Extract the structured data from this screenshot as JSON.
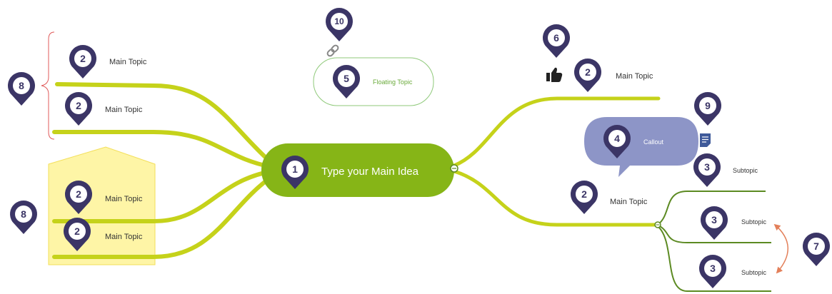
{
  "central_topic": {
    "label": "Type your Main Idea"
  },
  "topics": {
    "left_1": "Main Topic",
    "left_2": "Main Topic",
    "left_3": "Main Topic",
    "left_4": "Main Topic",
    "right_1": "Main Topic",
    "right_2": "Main Topic"
  },
  "subtopics": [
    "Subtopic",
    "Subtopic",
    "Subtopic"
  ],
  "floating_topic": {
    "label": "Floating Topic"
  },
  "callout": {
    "label": "Callout"
  },
  "markers": [
    {
      "id": "marker-central",
      "number": "1"
    },
    {
      "id": "marker-left-1",
      "number": "2"
    },
    {
      "id": "marker-left-2",
      "number": "2"
    },
    {
      "id": "marker-left-3",
      "number": "2"
    },
    {
      "id": "marker-left-4",
      "number": "2"
    },
    {
      "id": "marker-right-1",
      "number": "2"
    },
    {
      "id": "marker-right-2",
      "number": "2"
    },
    {
      "id": "marker-sub-1",
      "number": "3"
    },
    {
      "id": "marker-sub-2",
      "number": "3"
    },
    {
      "id": "marker-sub-3",
      "number": "3"
    },
    {
      "id": "marker-callout",
      "number": "4"
    },
    {
      "id": "marker-floating",
      "number": "5"
    },
    {
      "id": "marker-icon",
      "number": "6"
    },
    {
      "id": "marker-relationship",
      "number": "7"
    },
    {
      "id": "marker-brace",
      "number": "8"
    },
    {
      "id": "marker-boundary",
      "number": "8"
    },
    {
      "id": "marker-note",
      "number": "9"
    },
    {
      "id": "marker-hyperlink",
      "number": "10"
    }
  ],
  "colors": {
    "branch": "#c5d21a",
    "central_fill": "#86b517",
    "subtopic_branch": "#5c8a22",
    "marker": "#3b3566",
    "boundary_fill": "#fef5a6",
    "brace": "#e05a5a",
    "relationship": "#e3805a",
    "callout_fill": "#8d95c7",
    "floating_border": "#8fc97a"
  },
  "icons": [
    "thumbs-up-icon",
    "note-icon",
    "hyperlink-icon",
    "collapse-icon"
  ]
}
